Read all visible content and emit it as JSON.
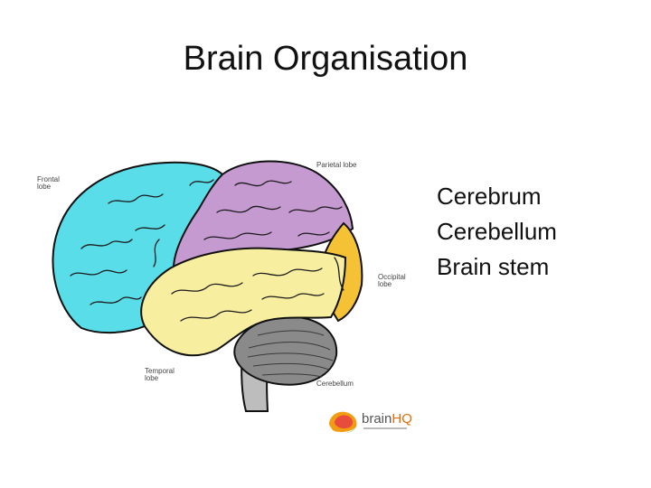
{
  "slide": {
    "title": "Brain Organisation",
    "bullets": [
      "Cerebrum",
      "Cerebellum",
      "Brain stem"
    ]
  },
  "diagram": {
    "labels": {
      "frontal": "Frontal\nlobe",
      "parietal": "Parietal lobe",
      "occipital": "Occipital\nlobe",
      "temporal": "Temporal\nlobe",
      "cerebellum": "Cerebellum"
    },
    "colors": {
      "frontal": "#58dde9",
      "parietal": "#c59ad0",
      "temporal": "#f8ee9f",
      "occipital": "#f6c235",
      "cerebellum": "#8a8a8a",
      "brainstem": "#bdbdbd"
    }
  },
  "logo": {
    "brand": "brain",
    "brand_accent": "HQ",
    "icon": "brain-logo-icon"
  }
}
